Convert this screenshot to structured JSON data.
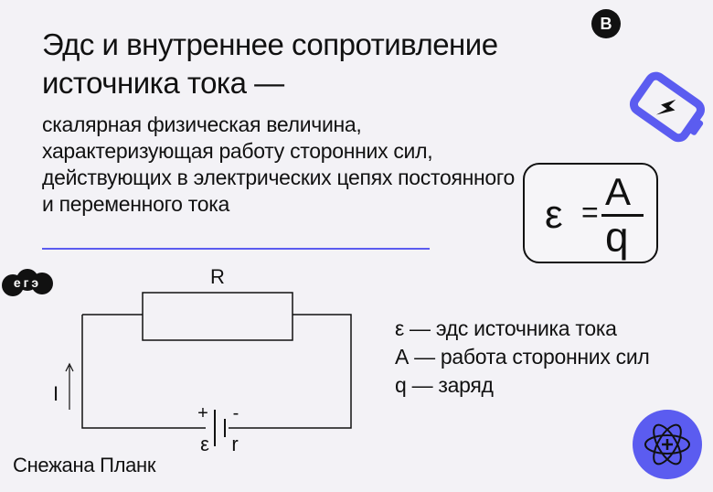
{
  "title": "Эдс и внутреннее сопротивление источника тока —",
  "definition": "скалярная физическая величина, характеризующая работу сторонних сил, действующих в электрических цепях постоянного и переменного тока",
  "formula": {
    "lhs": "ε",
    "eq": "=",
    "numerator": "A",
    "denominator": "q"
  },
  "circuit": {
    "resistor_label": "R",
    "current_label": "I",
    "plus": "+",
    "minus": "-",
    "emf_label": "ε",
    "internal_label": "r"
  },
  "legend": [
    "ε — эдс источника тока",
    "А — работа сторонних сил",
    "q — заряд"
  ],
  "author": "Снежана Планк",
  "badges": {
    "b": "B",
    "ege": "егэ"
  },
  "colors": {
    "accent": "#5b5cf0",
    "background": "#f3f2f6",
    "text": "#111111"
  },
  "icons": [
    "battery-icon",
    "atom-icon"
  ]
}
